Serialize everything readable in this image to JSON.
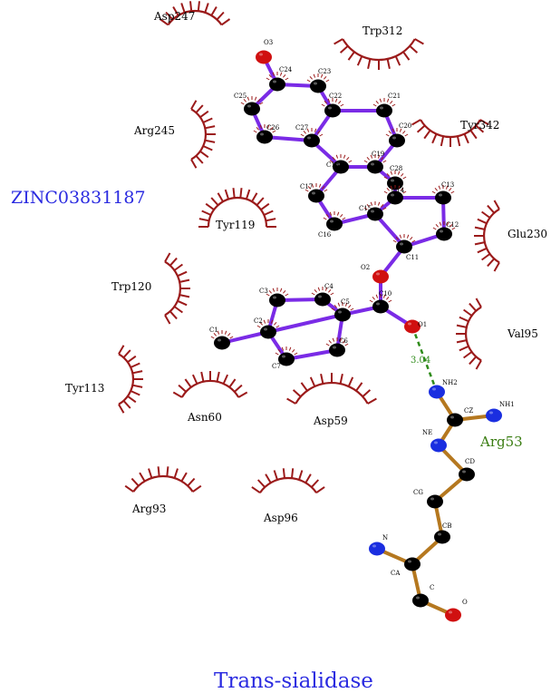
{
  "ligand_name": "ZINC03831187",
  "protein_name": "Trans-sialidase",
  "colors": {
    "ligand_bond": "#7a2be6",
    "protein_bond": "#b5781f",
    "carbon": "#000000",
    "oxygen": "#d01010",
    "nitrogen": "#1a2ee0",
    "hydrophobic_arc": "#9b1a1a",
    "hbond": "#2e8b1a",
    "ligand_label": "#2a2ae0",
    "residue_label_hbond": "#3a7d12"
  },
  "hydrophobic_residues": [
    {
      "id": "asp247",
      "label": "Asp247"
    },
    {
      "id": "trp312",
      "label": "Trp312"
    },
    {
      "id": "arg245",
      "label": "Arg245"
    },
    {
      "id": "tyr342",
      "label": "Tyr342"
    },
    {
      "id": "tyr119",
      "label": "Tyr119"
    },
    {
      "id": "glu230",
      "label": "Glu230"
    },
    {
      "id": "trp120",
      "label": "Trp120"
    },
    {
      "id": "val95",
      "label": "Val95"
    },
    {
      "id": "tyr113",
      "label": "Tyr113"
    },
    {
      "id": "asn60",
      "label": "Asn60"
    },
    {
      "id": "asp59",
      "label": "Asp59"
    },
    {
      "id": "arg93",
      "label": "Arg93"
    },
    {
      "id": "asp96",
      "label": "Asp96"
    }
  ],
  "hbond": {
    "distance": "3.04",
    "residue": "Arg53"
  },
  "ligand_atoms": [
    {
      "id": "O3",
      "label": "O3",
      "element": "O"
    },
    {
      "id": "C24",
      "label": "C24",
      "element": "C"
    },
    {
      "id": "C23",
      "label": "C23",
      "element": "C"
    },
    {
      "id": "C25",
      "label": "C25",
      "element": "C"
    },
    {
      "id": "C22",
      "label": "C22",
      "element": "C"
    },
    {
      "id": "C21",
      "label": "C21",
      "element": "C"
    },
    {
      "id": "C26",
      "label": "C26",
      "element": "C"
    },
    {
      "id": "C27",
      "label": "C27",
      "element": "C"
    },
    {
      "id": "C20",
      "label": "C20",
      "element": "C"
    },
    {
      "id": "C18",
      "label": "C18",
      "element": "C"
    },
    {
      "id": "C19",
      "label": "C19",
      "element": "C"
    },
    {
      "id": "C28",
      "label": "C28",
      "element": "C"
    },
    {
      "id": "C17",
      "label": "C17",
      "element": "C"
    },
    {
      "id": "C14",
      "label": "C14",
      "element": "C"
    },
    {
      "id": "C13",
      "label": "C13",
      "element": "C"
    },
    {
      "id": "C15",
      "label": "C15",
      "element": "C"
    },
    {
      "id": "C16",
      "label": "C16",
      "element": "C"
    },
    {
      "id": "C12",
      "label": "C12",
      "element": "C"
    },
    {
      "id": "C11",
      "label": "C11",
      "element": "C"
    },
    {
      "id": "O2",
      "label": "O2",
      "element": "O"
    },
    {
      "id": "C10",
      "label": "C10",
      "element": "C"
    },
    {
      "id": "O1",
      "label": "O1",
      "element": "O"
    },
    {
      "id": "C3",
      "label": "C3",
      "element": "C"
    },
    {
      "id": "C4",
      "label": "C4",
      "element": "C"
    },
    {
      "id": "C1",
      "label": "C1",
      "element": "C"
    },
    {
      "id": "C2",
      "label": "C2",
      "element": "C"
    },
    {
      "id": "C5",
      "label": "C5",
      "element": "C"
    },
    {
      "id": "C6",
      "label": "C6",
      "element": "C"
    },
    {
      "id": "C7",
      "label": "C7",
      "element": "C"
    }
  ],
  "arg53_atoms": [
    {
      "id": "NH2",
      "label": "NH2",
      "element": "N"
    },
    {
      "id": "CZ",
      "label": "CZ",
      "element": "C"
    },
    {
      "id": "NH1",
      "label": "NH1",
      "element": "N"
    },
    {
      "id": "NE",
      "label": "NE",
      "element": "N"
    },
    {
      "id": "CD",
      "label": "CD",
      "element": "C"
    },
    {
      "id": "CG",
      "label": "CG",
      "element": "C"
    },
    {
      "id": "CB",
      "label": "CB",
      "element": "C"
    },
    {
      "id": "N",
      "label": "N",
      "element": "N"
    },
    {
      "id": "CA",
      "label": "CA",
      "element": "C"
    },
    {
      "id": "C",
      "label": "C",
      "element": "C"
    },
    {
      "id": "O",
      "label": "O",
      "element": "O"
    }
  ]
}
